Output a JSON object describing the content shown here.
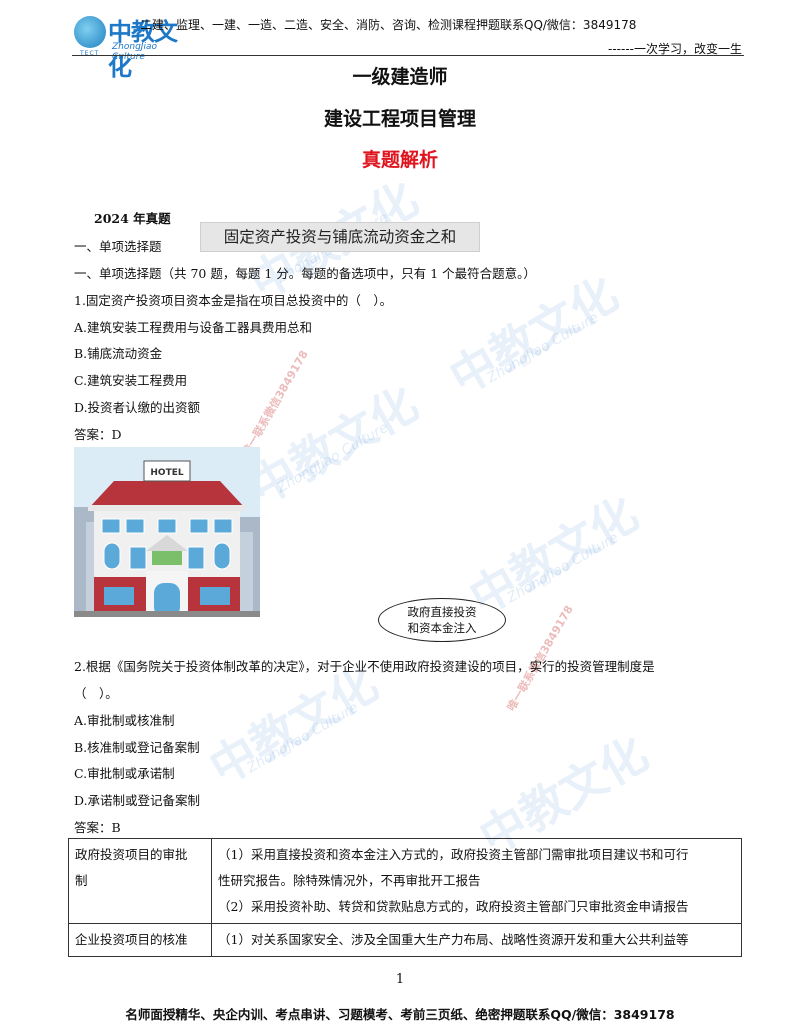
{
  "header": {
    "logo_text": "中教文化",
    "logo_en": "ZhongJiao Culture",
    "logo_tect": "TECT",
    "top_text": "二建、监理、一建、一造、二造、安全、消防、咨询、检测课程押题联系QQ/微信：3849178",
    "slogan": "------一次学习，改变一生"
  },
  "titles": {
    "exam": "一级建造师",
    "subject": "建设工程项目管理",
    "type": "真题解析"
  },
  "section": {
    "year": "2024 年真题",
    "part": "一、单项选择题",
    "instruction": "一、单项选择题（共 70 题，每题 1 分。每题的备选项中，只有 1 个最符合题意。）"
  },
  "callout": "固定资产投资与铺底流动资金之和",
  "q1": {
    "stem": "1.固定资产投资项目资本金是指在项目总投资中的（　）。",
    "options": [
      "A.建筑安装工程费用与设备工器具费用总和",
      "B.铺底流动资金",
      "C.建筑安装工程费用",
      "D.投资者认缴的出资额"
    ],
    "answer": "答案：D"
  },
  "hotel_sign": "HOTEL",
  "ellipse": {
    "line1": "政府直接投资",
    "line2": "和资本金注入"
  },
  "q2": {
    "stem_line1": "2.根据《国务院关于投资体制改革的决定》，对于企业不使用政府投资建设的项目，实行的投资管理制度是",
    "stem_line2": "（　）。",
    "options": [
      "A.审批制或核准制",
      "B.核准制或登记备案制",
      "C.审批制或承诺制",
      "D.承诺制或登记备案制"
    ],
    "answer": "答案：B"
  },
  "table": {
    "row1": {
      "head_line1": "政府投资项目的审批",
      "head_line2": "制",
      "text1_line1": "（1）采用直接投资和资本金注入方式的，政府投资主管部门需审批项目建议书和可行",
      "text1_line2": "性研究报告。除特殊情况外，不再审批开工报告",
      "text2": "（2）采用投资补助、转贷和贷款贴息方式的，政府投资主管部门只审批资金申请报告"
    },
    "row2": {
      "head": "企业投资项目的核准",
      "text": "（1）对关系国家安全、涉及全国重大生产力布局、战略性资源开发和重大公共利益等"
    }
  },
  "page_number": "1",
  "footer": "名师面授精华、央企内训、考点串讲、习题模考、考前三页纸、绝密押题联系QQ/微信：3849178",
  "watermark": {
    "big": "中教文化",
    "en": "ZhongJiao Culture",
    "red": "唯一联系微信3849178"
  },
  "colors": {
    "title_red": "#e0141e",
    "logo_blue": "#1e78c8"
  }
}
